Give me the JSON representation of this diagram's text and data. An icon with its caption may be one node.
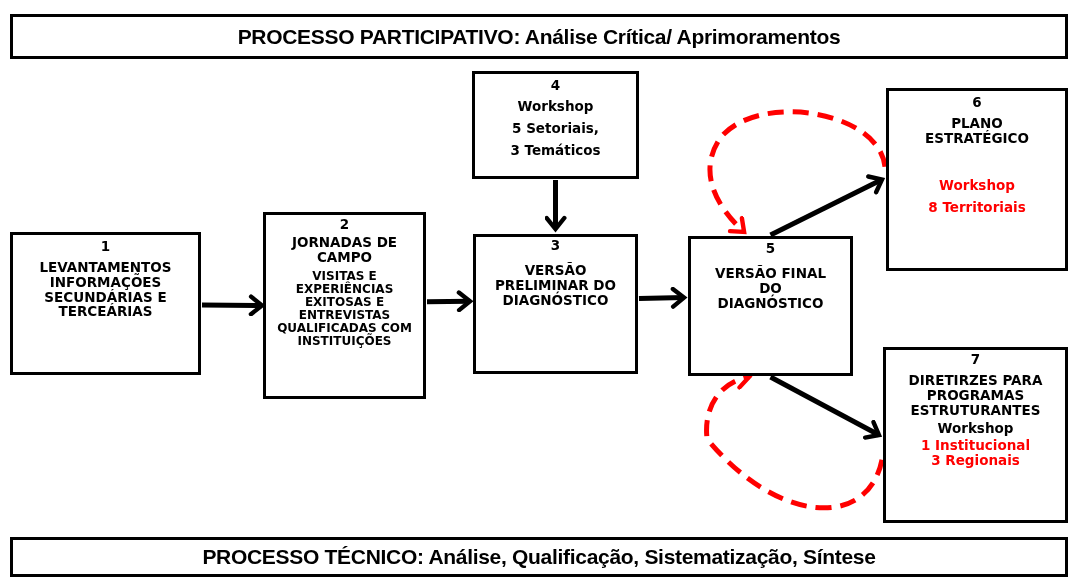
{
  "diagram": {
    "nodes": [
      {
        "text": [
          "PROCESSO PARTICIPATIVO: Análise Crítica/ Aprimoramentos"
        ]
      },
      {
        "text": [
          "1",
          "LEVANTAMENTOS INFORMAÇÕES SECUNDÁRIAS E TERCEÁRIAS"
        ]
      },
      {
        "text": [
          "2",
          "JORNADAS DE CAMPO",
          "VISITAS E EXPERIÊNCIAS EXITOSAS E ENTREVISTAS QUALIFICADAS COM INSTITUIÇÕES"
        ]
      },
      {
        "text": [
          "3",
          "VERSÃO PRELIMINAR DO DIAGNÓSTICO"
        ]
      },
      {
        "text": [
          "4",
          "Workshop",
          "5 Setoriais,",
          "3 Temáticos"
        ]
      },
      {
        "text": [
          "5",
          "VERSÃO FINAL DO DIAGNÓSTICO"
        ]
      },
      {
        "text": [
          "6",
          "PLANO ESTRATÉGICO",
          "Workshop",
          "8 Territoriais"
        ]
      },
      {
        "text": [
          "7",
          "DIRETIRZES PARA PROGRAMAS ESTRUTURANTES",
          "Workshop",
          "1 Institucional",
          "3 Regionais"
        ]
      },
      {
        "text": [
          "PROCESSO TÉCNICO: Análise, Qualificação,  Sistematização, Síntese"
        ]
      }
    ],
    "edges": [
      {
        "from": 1,
        "to": 2,
        "arrow": "to"
      },
      {
        "from": 2,
        "to": 3,
        "arrow": "to"
      },
      {
        "from": 4,
        "to": 3,
        "arrow": "to"
      },
      {
        "from": 3,
        "to": 5,
        "arrow": "to"
      },
      {
        "from": 5,
        "to": 6,
        "arrow": "to"
      },
      {
        "from": 5,
        "to": 7,
        "arrow": "to"
      },
      {
        "from": 6,
        "to": 5,
        "arrow": "to",
        "style": "dashed",
        "color": "#ff0000"
      },
      {
        "from": 7,
        "to": 5,
        "arrow": "to",
        "style": "dashed",
        "color": "#ff0000"
      }
    ]
  }
}
